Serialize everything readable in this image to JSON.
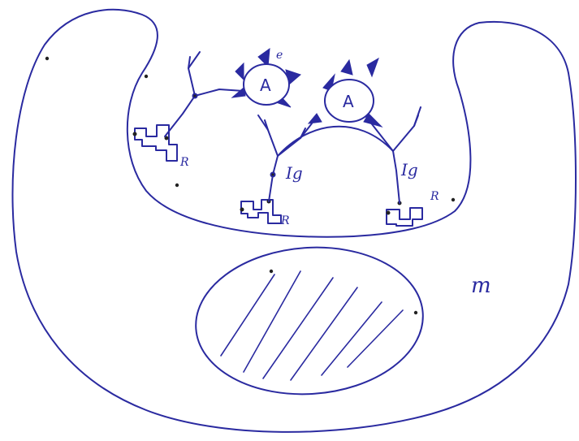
{
  "colors": {
    "ink": "#2a2aa0",
    "mark": "#222222",
    "paper": "#ffffff"
  },
  "labels": {
    "antigen_1": "A",
    "antigen_2": "A",
    "epitope": "e",
    "ig_center": "Ig",
    "ig_right": "Ig",
    "receptor_left": "R",
    "receptor_center": "R",
    "receptor_right": "R",
    "cell": "m"
  }
}
